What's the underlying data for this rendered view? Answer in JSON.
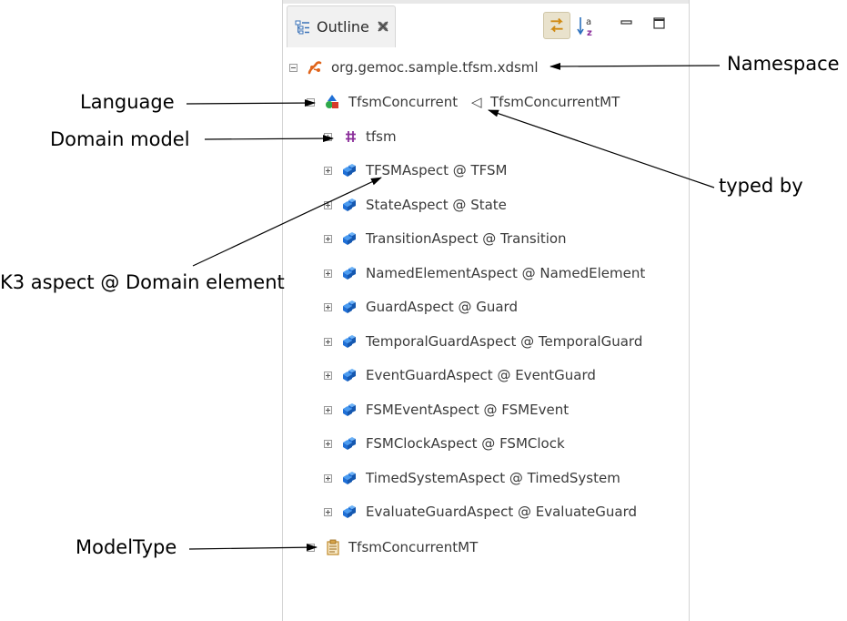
{
  "outline": {
    "tab_title": "Outline",
    "root": {
      "label": "org.gemoc.sample.tfsm.xdsml"
    },
    "language": {
      "name": "TfsmConcurrent",
      "typed_by_symbol": "◁",
      "model_type": "TfsmConcurrentMT"
    },
    "domain_model": {
      "label": "tfsm"
    },
    "aspects": [
      {
        "label": "TFSMAspect @ TFSM"
      },
      {
        "label": "StateAspect @ State"
      },
      {
        "label": "TransitionAspect @ Transition"
      },
      {
        "label": "NamedElementAspect @ NamedElement"
      },
      {
        "label": "GuardAspect @ Guard"
      },
      {
        "label": "TemporalGuardAspect @ TemporalGuard"
      },
      {
        "label": "EventGuardAspect @ EventGuard"
      },
      {
        "label": "FSMEventAspect @ FSMEvent"
      },
      {
        "label": "FSMClockAspect @ FSMClock"
      },
      {
        "label": "TimedSystemAspect @ TimedSystem"
      },
      {
        "label": "EvaluateGuardAspect @ EvaluateGuard"
      }
    ],
    "model_type_node": {
      "label": "TfsmConcurrentMT"
    }
  },
  "annotations": {
    "namespace": "Namespace",
    "language": "Language",
    "domain_model": "Domain model",
    "typed_by": "typed by",
    "k3_aspect": "K3 aspect @ Domain element",
    "model_type": "ModelType"
  },
  "icons": {
    "tab": "outline-view-icon",
    "close": "close-x-icon",
    "link": "link-with-editor-icon",
    "sort": "sort-alphabetically-icon",
    "minimize": "minimize-icon",
    "maximize": "maximize-icon",
    "root": "xdsml-file-icon",
    "language": "language-shapes-icon",
    "domain_model": "ecore-package-icon",
    "aspect": "k3-aspect-icon",
    "model_type": "model-type-icon"
  },
  "colors": {
    "text": "#3a3a3a",
    "aspect_icon": "#1f6fd6",
    "package_icon": "#8a2d9a",
    "root_icon": "#e0641b"
  }
}
